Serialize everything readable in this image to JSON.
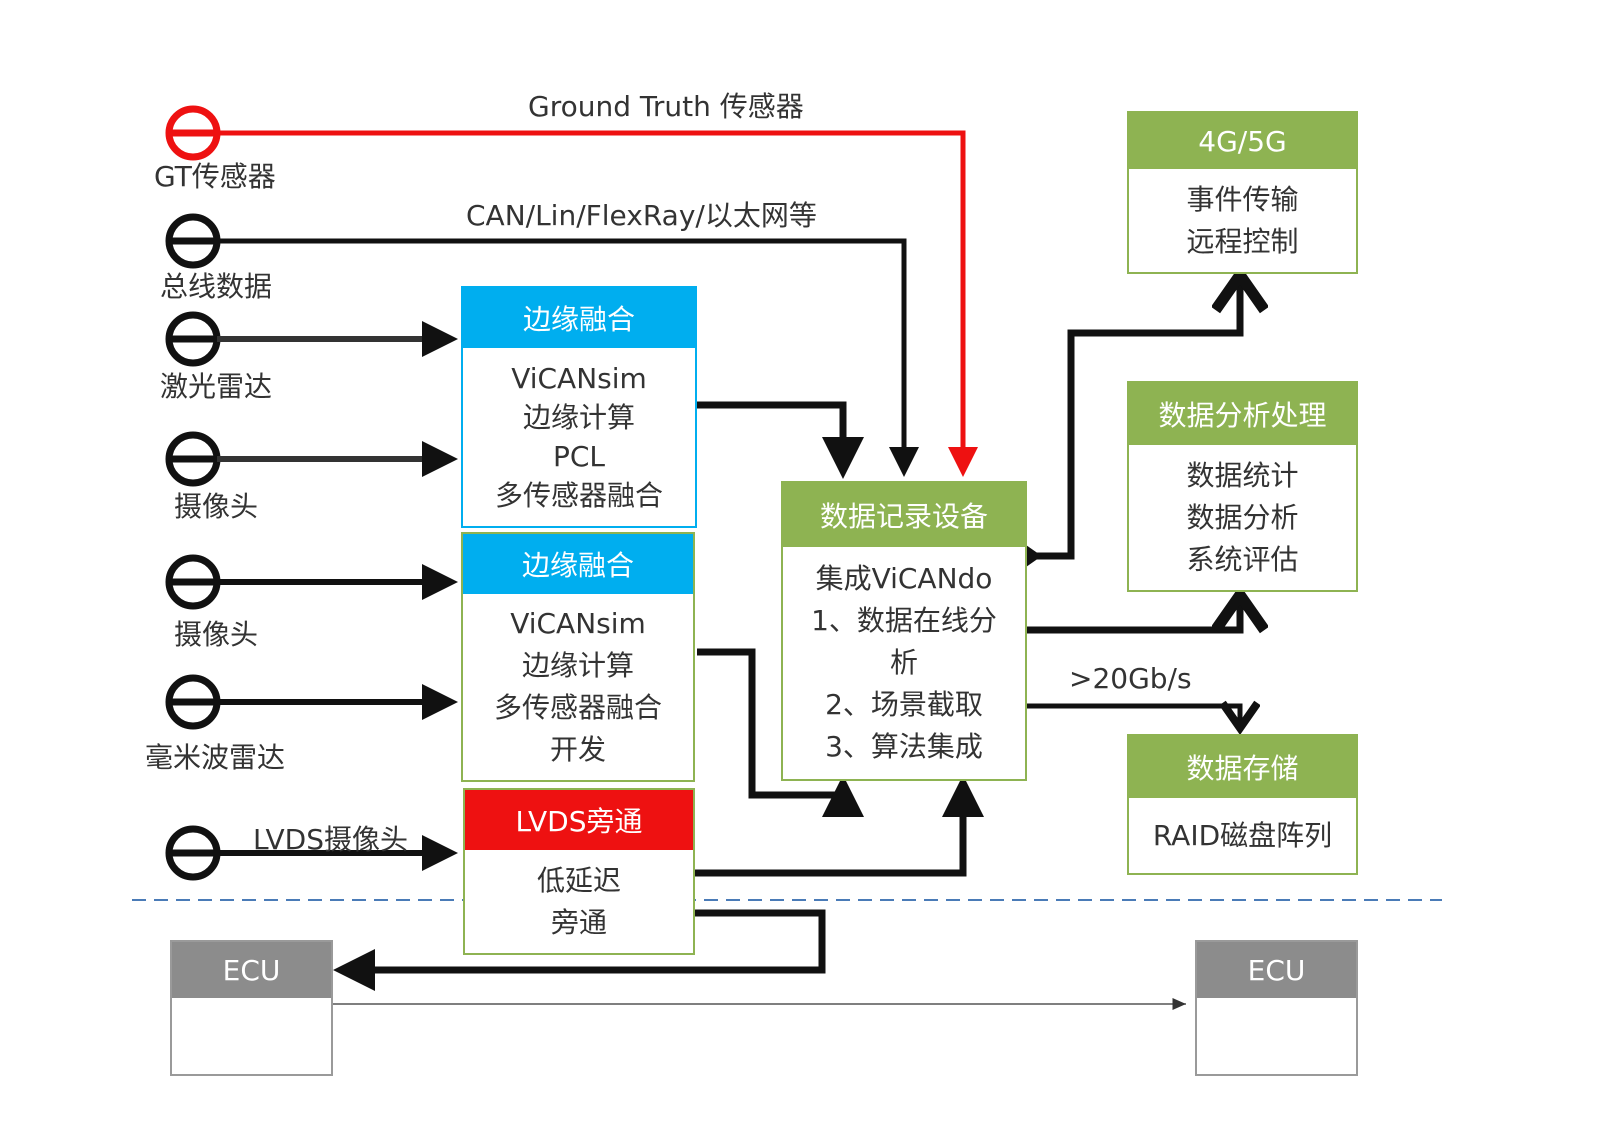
{
  "colors": {
    "blue": "#00aeef",
    "green": "#8eb352",
    "red": "#ee1111",
    "gray": "#8c8c8c",
    "wire": "#111111",
    "dashed": "#4a7bb7"
  },
  "sensors": [
    {
      "icon": "gt-sensor-icon",
      "label": "GT传感器",
      "color": "red"
    },
    {
      "icon": "bus-data-icon",
      "label": "总线数据"
    },
    {
      "icon": "lidar-icon",
      "label": "激光雷达"
    },
    {
      "icon": "camera-icon",
      "label": "摄像头"
    },
    {
      "icon": "camera-icon",
      "label": "摄像头"
    },
    {
      "icon": "mmwave-radar-icon",
      "label": "毫米波雷达"
    },
    {
      "icon": "lvds-camera-icon",
      "label": ""
    }
  ],
  "edge_labels": {
    "ground_truth": "Ground Truth 传感器",
    "bus": "CAN/Lin/FlexRay/以太网等",
    "lvds_camera": "LVDS摄像头",
    "bandwidth": ">20Gb/s"
  },
  "edge_fusion_1": {
    "header": "边缘融合",
    "lines": [
      "ViCANsim",
      "边缘计算",
      "PCL",
      "多传感器融合"
    ]
  },
  "edge_fusion_2": {
    "header": "边缘融合",
    "lines": [
      "ViCANsim",
      "边缘计算",
      "多传感器融合",
      "开发"
    ]
  },
  "lvds_bypass": {
    "header": "LVDS旁通",
    "lines": [
      "低延迟",
      "旁通"
    ]
  },
  "data_recorder": {
    "header": "数据记录设备",
    "lines": [
      "集成ViCANdo",
      "1、数据在线分",
      "析",
      "2、场景截取",
      "3、算法集成"
    ]
  },
  "connectivity": {
    "header": "4G/5G",
    "lines": [
      "事件传输",
      "远程控制"
    ]
  },
  "analysis": {
    "header": "数据分析处理",
    "lines": [
      "数据统计",
      "数据分析",
      "系统评估"
    ]
  },
  "storage": {
    "header": "数据存储",
    "lines": [
      "RAID磁盘阵列"
    ]
  },
  "ecu_left": {
    "header": "ECU"
  },
  "ecu_right": {
    "header": "ECU"
  }
}
